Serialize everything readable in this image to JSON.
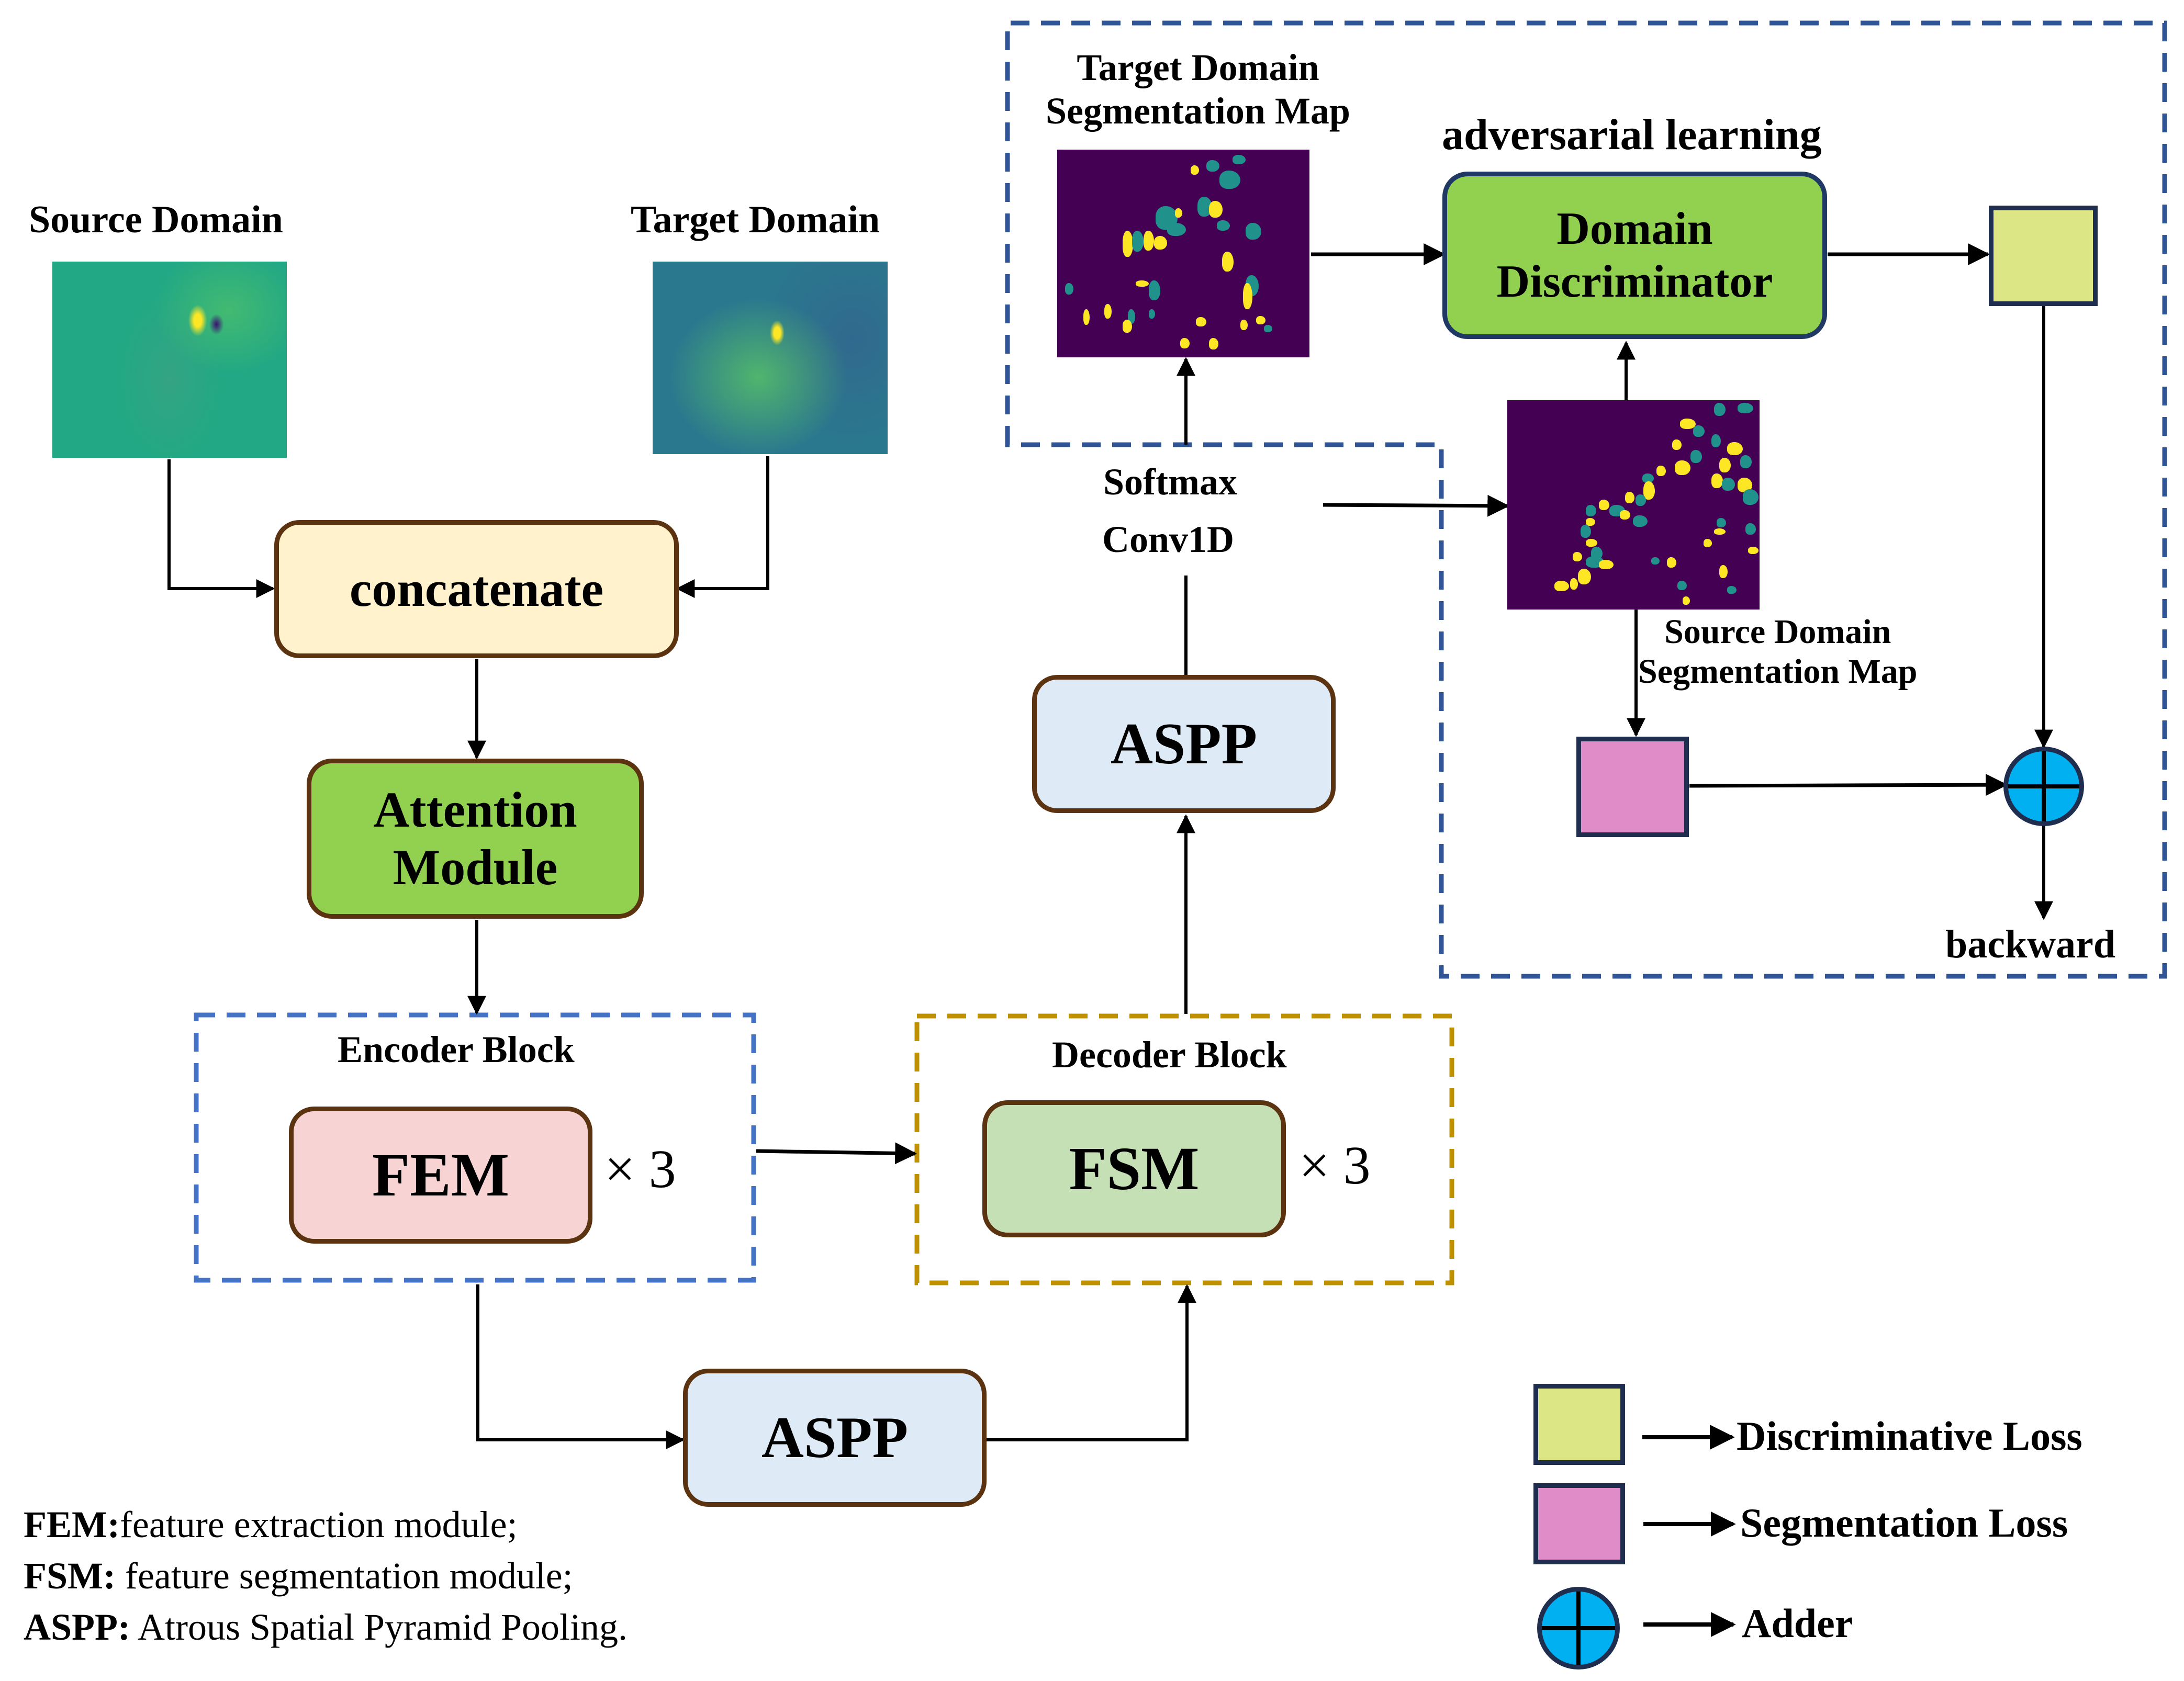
{
  "inputs": {
    "source_label": "Source Domain",
    "target_label": "Target Domain"
  },
  "blocks": {
    "concatenate": "concatenate",
    "attention_line1": "Attention",
    "attention_line2": "Module",
    "encoder_title": "Encoder Block",
    "fem": "FEM",
    "fem_repeat": "× 3",
    "decoder_title": "Decoder Block",
    "fsm": "FSM",
    "fsm_repeat": "× 3",
    "aspp_bottom": "ASPP",
    "aspp_top": "ASPP",
    "softmax": "Softmax",
    "conv1d": "Conv1D"
  },
  "adversarial": {
    "title": "adversarial learning",
    "target_map_line1": "Target Domain",
    "target_map_line2": "Segmentation Map",
    "discriminator_line1": "Domain",
    "discriminator_line2": "Discriminator",
    "source_map_line1": "Source Domain",
    "source_map_line2": "Segmentation Map",
    "backward": "backward"
  },
  "legend": {
    "items": [
      {
        "label": "Discriminative Loss",
        "symbol": "yellow-green-square",
        "color": "#dce685"
      },
      {
        "label": "Segmentation Loss",
        "symbol": "pink-square",
        "color": "#e08cc8"
      },
      {
        "label": "Adder",
        "symbol": "adder-circle",
        "color": "#00b0f0"
      }
    ]
  },
  "notes": [
    {
      "term": "FEM:",
      "text": "feature extraction module;"
    },
    {
      "term": "FSM:",
      "text": " feature segmentation module;"
    },
    {
      "term": "ASPP:",
      "text": " Atrous Spatial Pyramid Pooling."
    }
  ],
  "colors": {
    "encoder_border": "#4472c4",
    "decoder_border": "#bf9000",
    "adversarial_border": "#2f5597",
    "concatenate_fill": "#fff2cc",
    "attention_fill": "#92d050",
    "fem_fill": "#f8d3d3",
    "fsm_fill": "#c5e0b4",
    "aspp_fill": "#deebf7",
    "discriminator_fill": "#92d050",
    "seg_background": "#440154",
    "seg_class_teal": "#21918c",
    "seg_class_yellow": "#fde725"
  }
}
